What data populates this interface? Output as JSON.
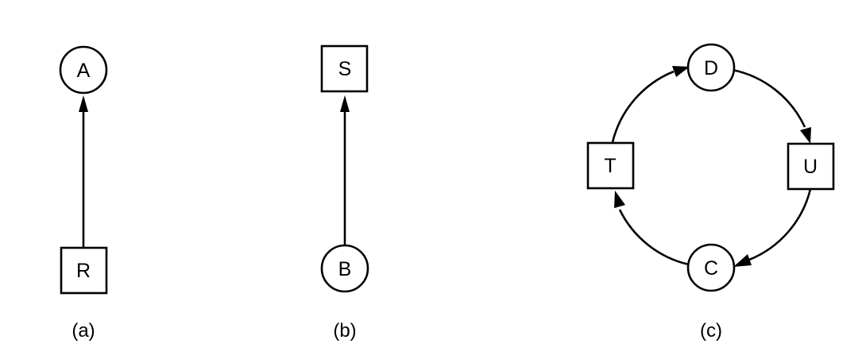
{
  "diagram_a": {
    "caption": "(a)",
    "nodes": {
      "A": "A",
      "R": "R"
    }
  },
  "diagram_b": {
    "caption": "(b)",
    "nodes": {
      "S": "S",
      "B": "B"
    }
  },
  "diagram_c": {
    "caption": "(c)",
    "nodes": {
      "D": "D",
      "U": "U",
      "C": "C",
      "T": "T"
    }
  },
  "edges": [
    {
      "from": "R",
      "to": "A"
    },
    {
      "from": "B",
      "to": "S"
    },
    {
      "from": "T",
      "to": "D"
    },
    {
      "from": "D",
      "to": "U"
    },
    {
      "from": "U",
      "to": "C"
    },
    {
      "from": "C",
      "to": "T"
    }
  ]
}
